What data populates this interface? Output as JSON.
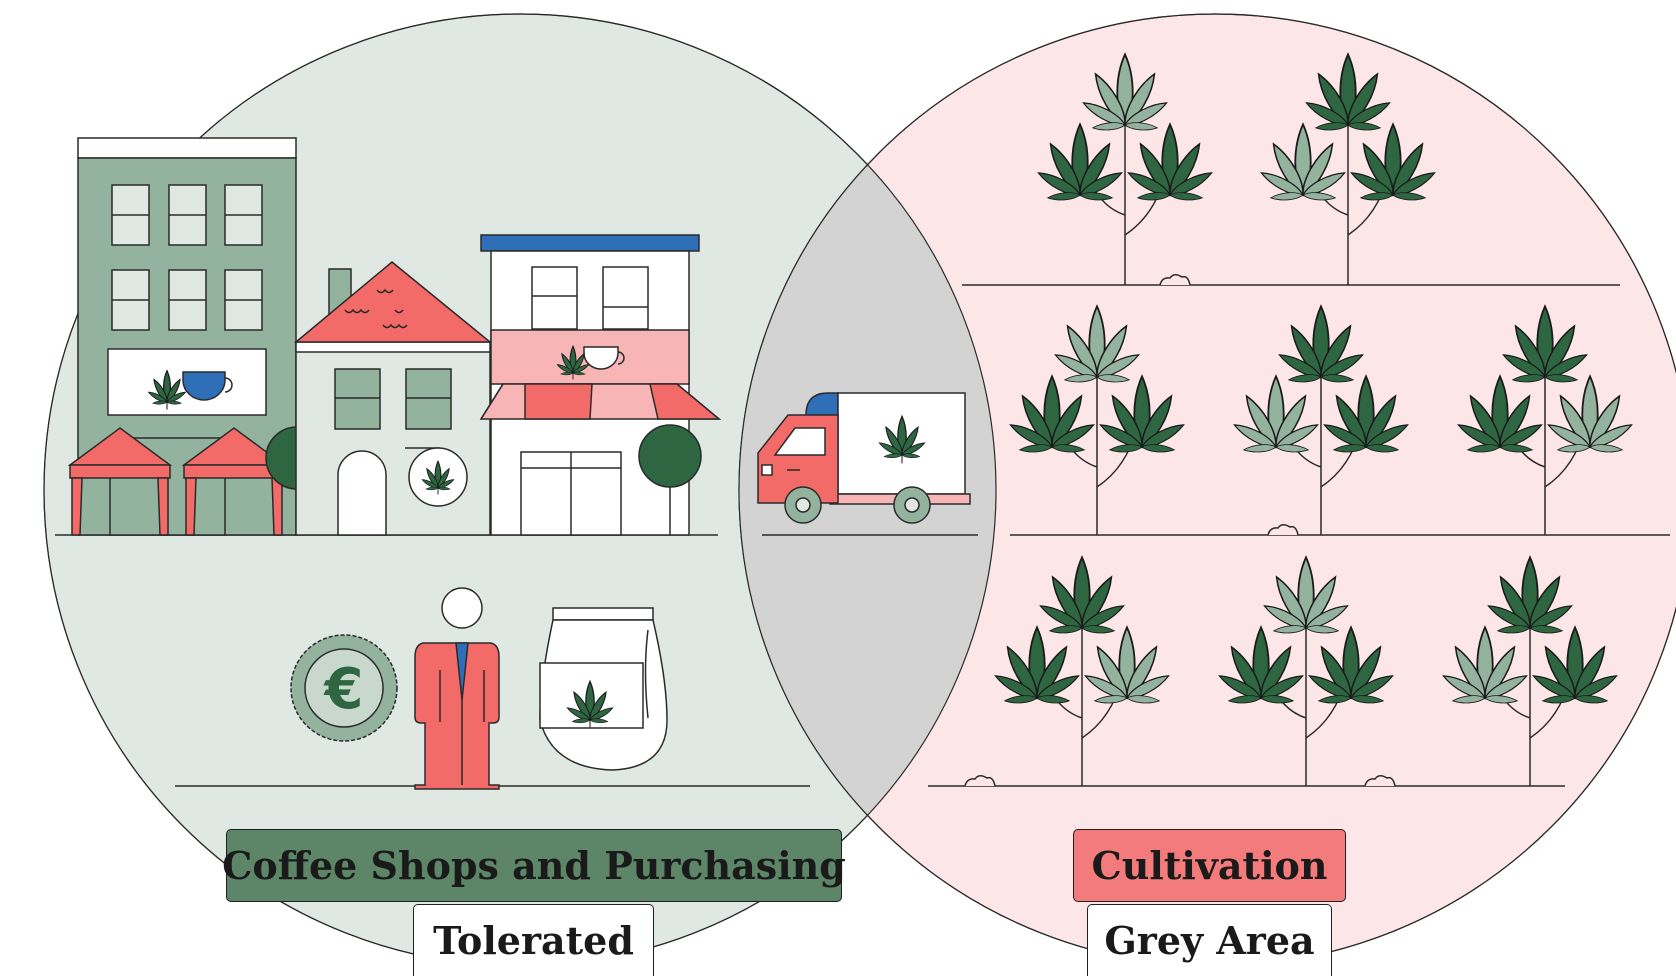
{
  "colors": {
    "left_circle": "#e0e8e3",
    "right_circle": "#fde6e8",
    "overlap": "#d3d3d3",
    "dark_green": "#2e6641",
    "light_green": "#94b39e",
    "coral": "#f26b68",
    "pink": "#f7b5b5",
    "blue": "#2e6fb7",
    "label_green": "#5d8668",
    "label_coral": "#f47b7b"
  },
  "left": {
    "title": "Coffee Shops and Purchasing",
    "status": "Tolerated",
    "euro_symbol": "€"
  },
  "right": {
    "title": "Cultivation",
    "status": "Grey Area"
  }
}
